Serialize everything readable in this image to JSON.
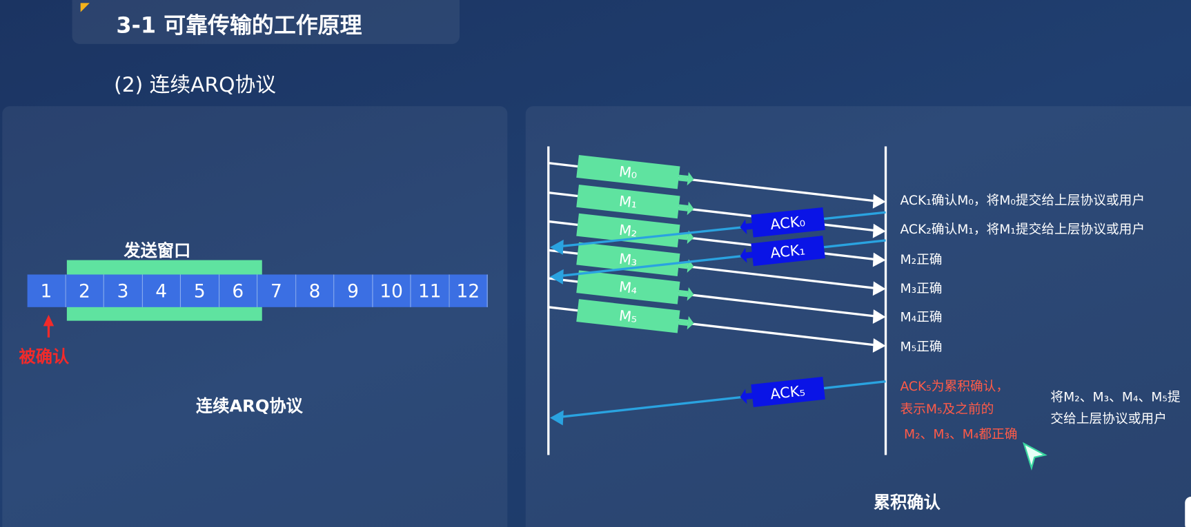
{
  "header": {
    "title": "3-1 可靠传输的工作原理",
    "subtitle": "(2) 连续ARQ协议"
  },
  "left_panel": {
    "window_label": "发送窗口",
    "cells": [
      "1",
      "2",
      "3",
      "4",
      "5",
      "6",
      "7",
      "8",
      "9",
      "10",
      "11",
      "12"
    ],
    "window_range": [
      2,
      6
    ],
    "acked_label": "被确认",
    "caption": "连续ARQ协议"
  },
  "right_panel": {
    "messages": [
      "M₀",
      "M₁",
      "M₂",
      "M₃",
      "M₄",
      "M₅"
    ],
    "acks": [
      "ACK₀",
      "ACK₁",
      "ACK₅"
    ],
    "receiver_notes": [
      "ACK₁确认M₀，将M₀提交给上层协议或用户",
      "ACK₂确认M₁，将M₁提交给上层协议或用户",
      "M₂正确",
      "M₃正确",
      "M₄正确",
      "M₅正确"
    ],
    "cumulative_note": [
      "ACK₅为累积确认，",
      "表示M₅及之前的",
      "M₂、M₃、M₄都正确"
    ],
    "deliver_note": [
      "将M₂、M₃、M₄、M₅提",
      "交给上层协议或用户"
    ],
    "caption": "累积确认"
  },
  "colors": {
    "green": "#5fe3a0",
    "ack_blue": "#0a14e6",
    "line_blue": "#2aa3e0",
    "red": "#ff5b48",
    "cell_blue": "#3b6fe3"
  }
}
